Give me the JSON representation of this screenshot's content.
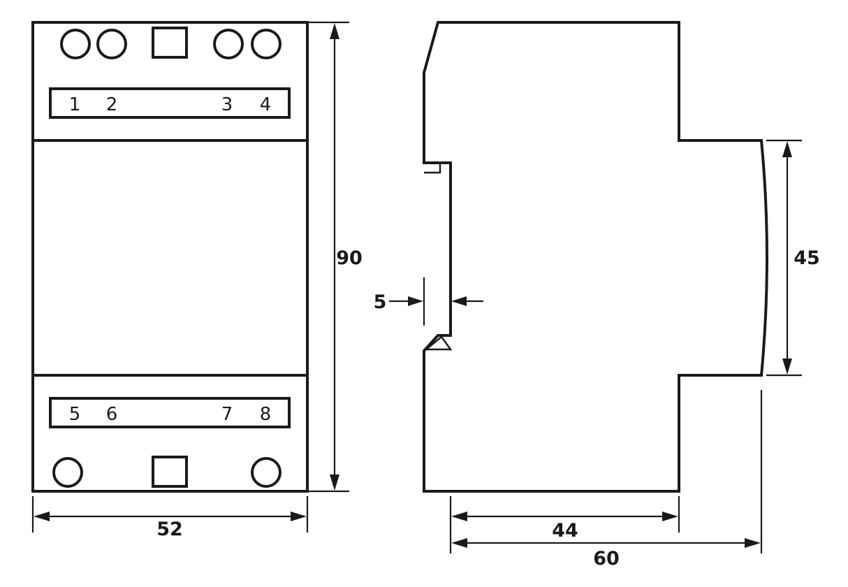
{
  "front_view": {
    "top_terminals": [
      "1",
      "2",
      "3",
      "4"
    ],
    "bottom_terminals": [
      "5",
      "6",
      "7",
      "8"
    ],
    "width_label": "52",
    "height_label": "90"
  },
  "side_view": {
    "rail_gap_label": "5",
    "front_height_label": "45",
    "body_depth_label": "44",
    "total_depth_label": "60"
  }
}
